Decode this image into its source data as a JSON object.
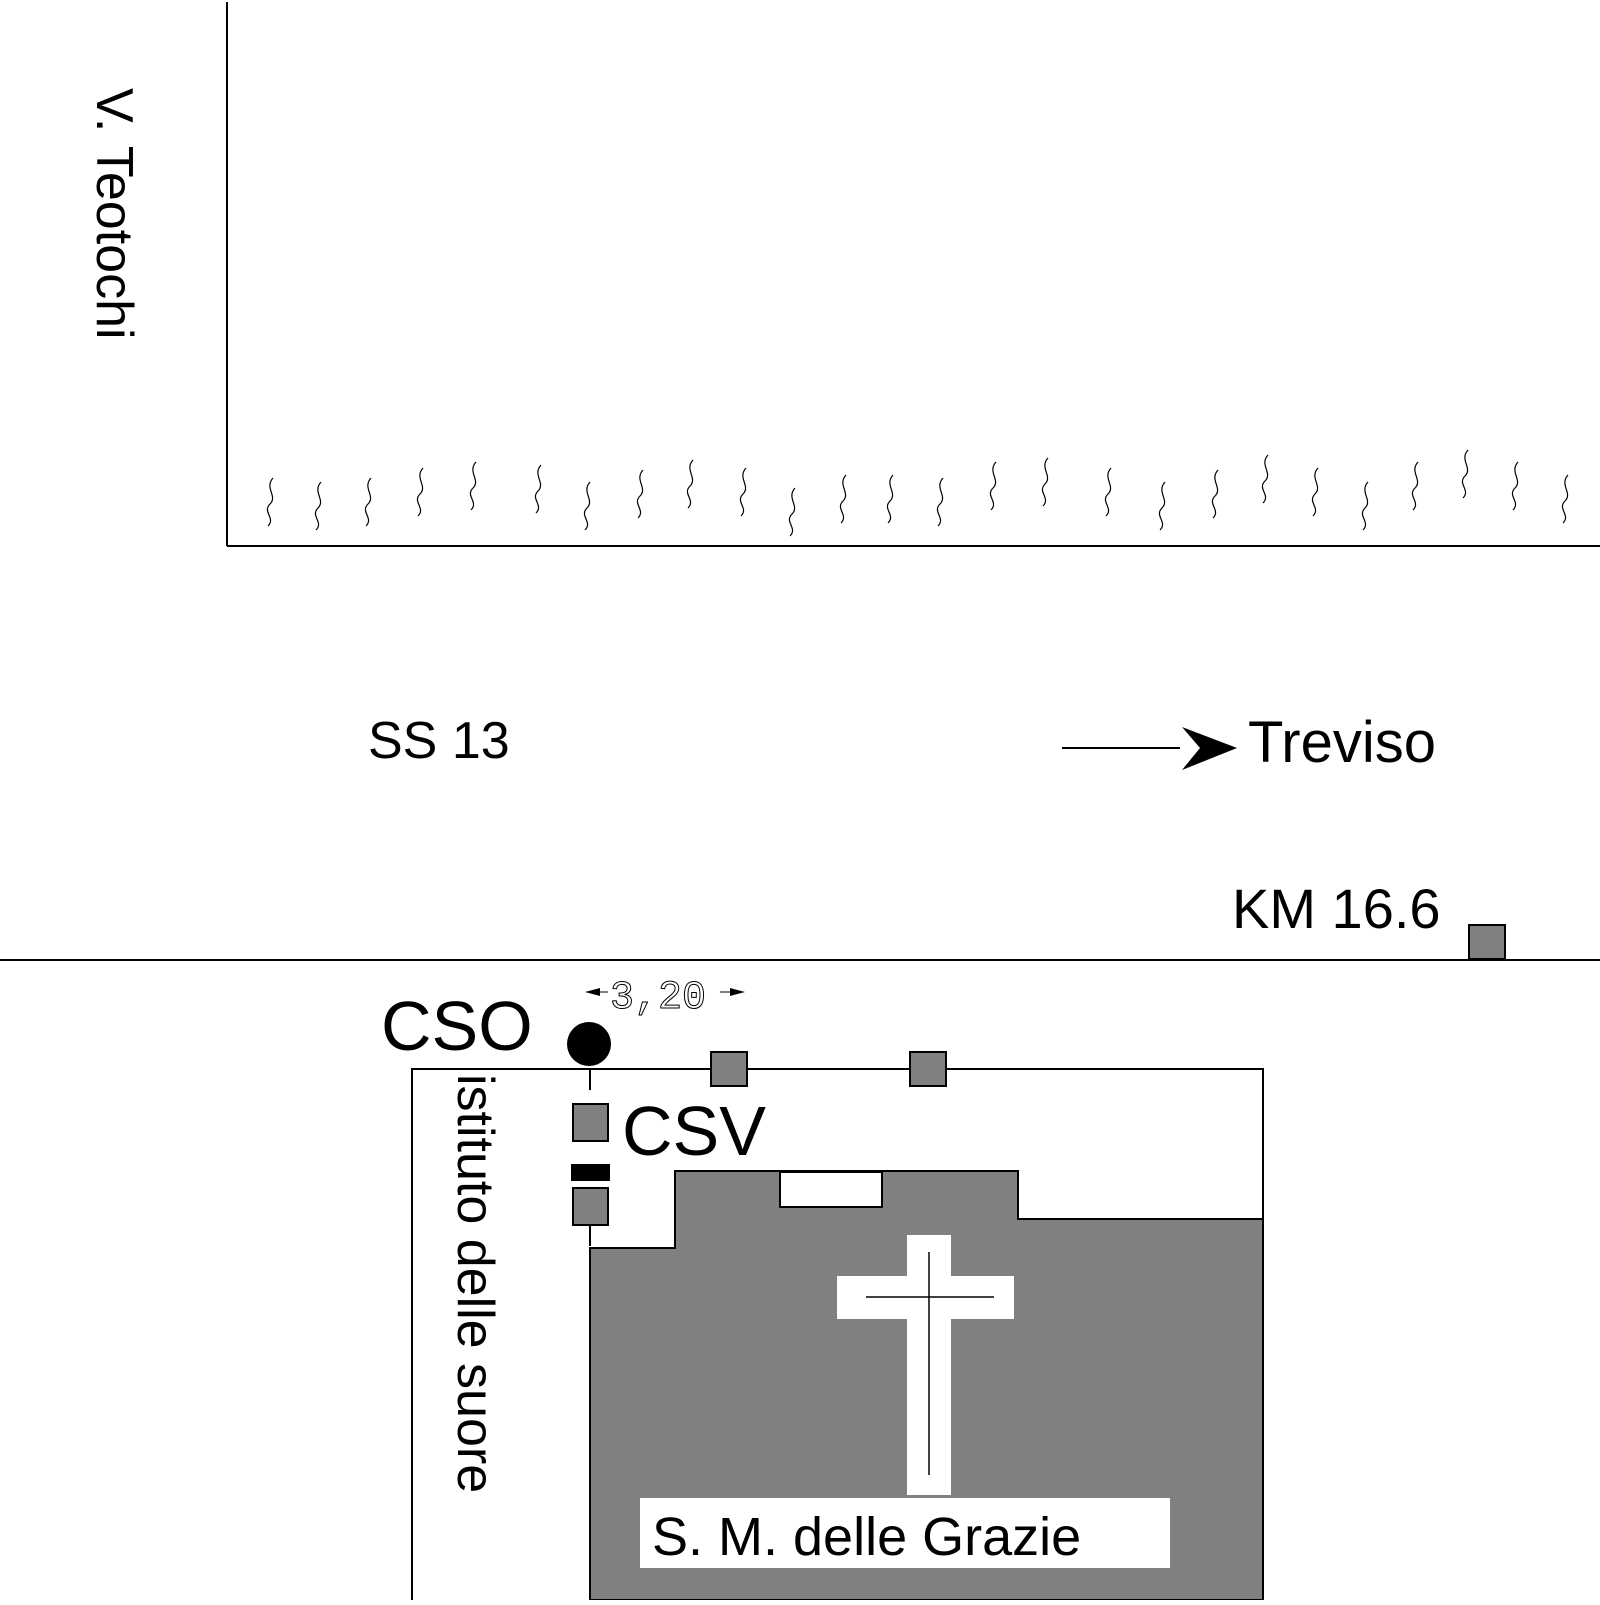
{
  "streets": {
    "v_teotochi": "V. Teotochi",
    "ss13": "SS 13"
  },
  "direction": {
    "destination": "Treviso",
    "icon": "arrow-right-icon"
  },
  "km_marker": {
    "label": "KM 16.6"
  },
  "stations": {
    "cso": "CSO",
    "csv": "CSV"
  },
  "measurement": {
    "label": "3,20"
  },
  "buildings": {
    "istituto": "istituto delle suore",
    "church": "S. M. delle Grazie",
    "church_icon": "cross-icon"
  },
  "colors": {
    "building_fill": "#808080",
    "line": "#000000",
    "background": "#ffffff"
  }
}
